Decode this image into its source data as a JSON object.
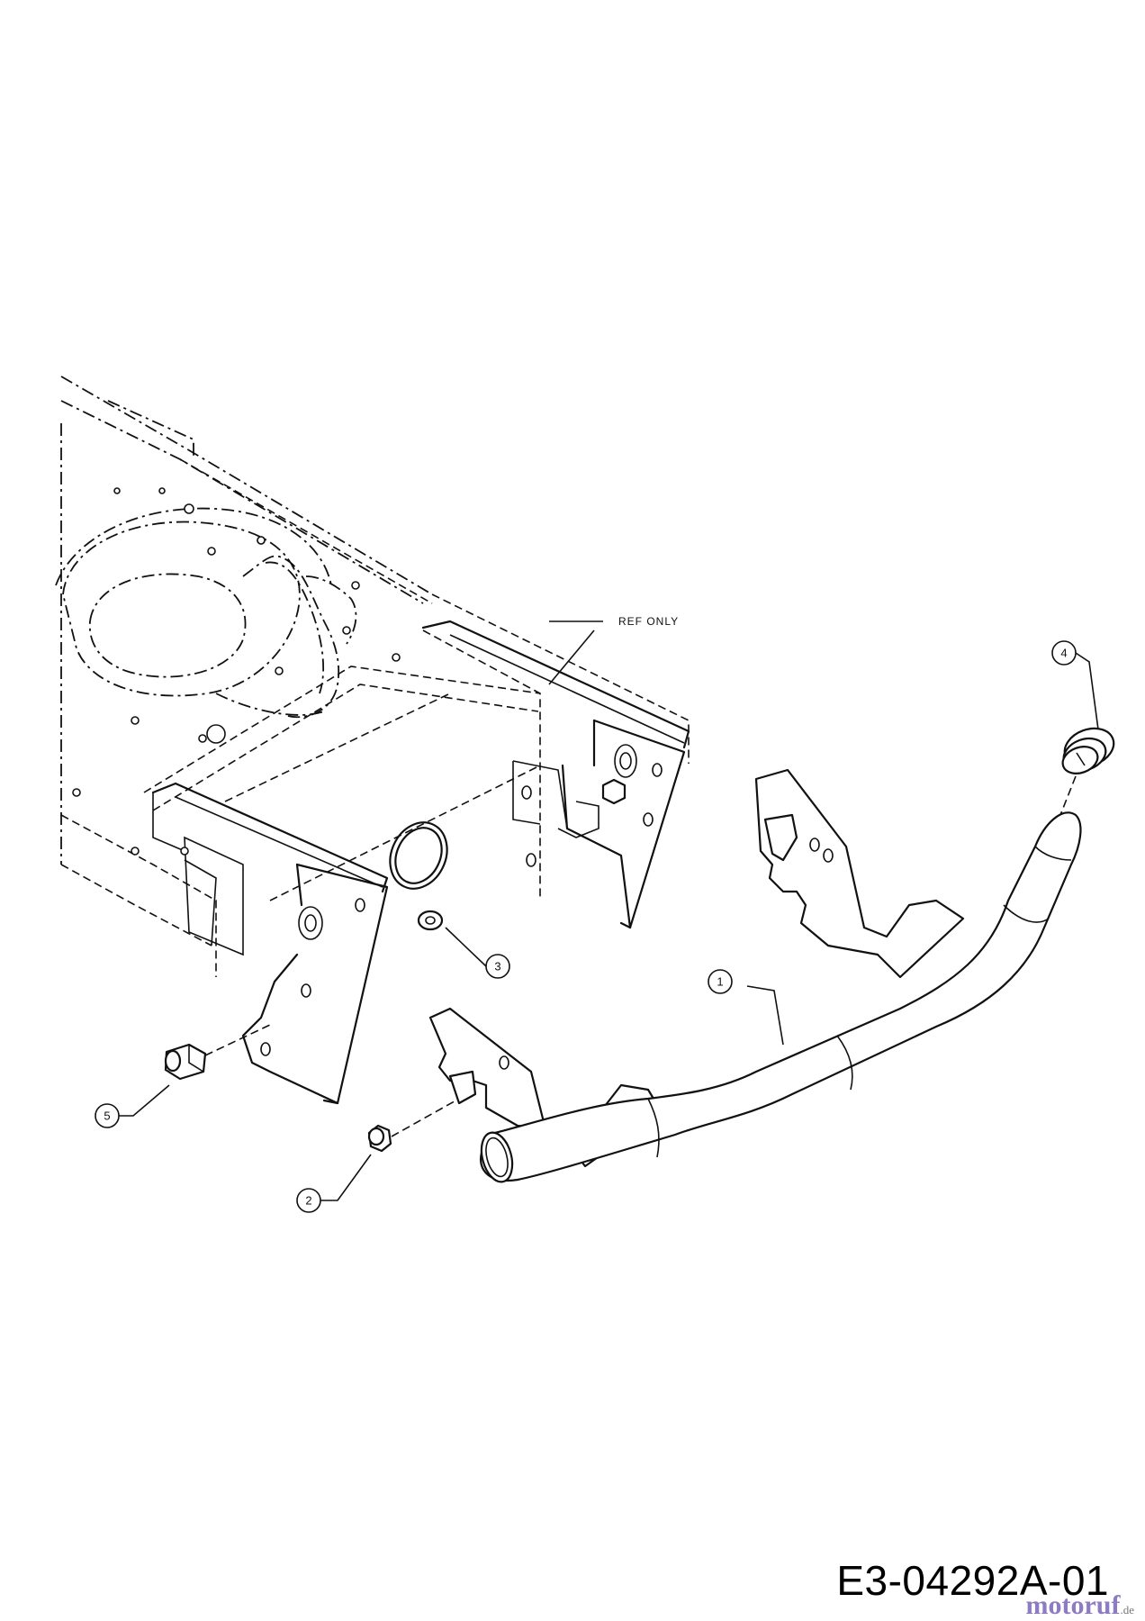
{
  "diagram": {
    "callouts": [
      {
        "id": "callout-1",
        "label": "1"
      },
      {
        "id": "callout-2",
        "label": "2"
      },
      {
        "id": "callout-3",
        "label": "3"
      },
      {
        "id": "callout-4",
        "label": "4"
      },
      {
        "id": "callout-5",
        "label": "5"
      }
    ],
    "ref_label": "REF ONLY",
    "code": "E3-04292A-01"
  },
  "watermark": {
    "main": "motoruf",
    "tld": ".de",
    "color": "#8e7cc3"
  }
}
